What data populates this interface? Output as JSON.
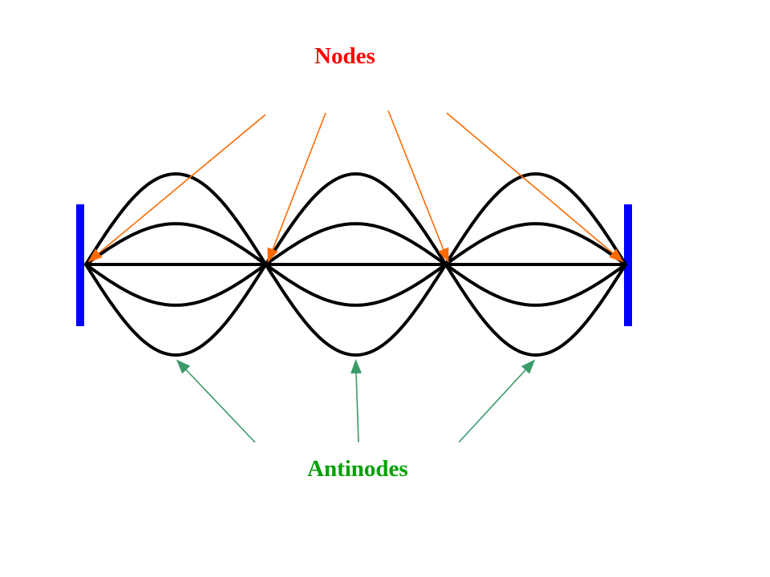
{
  "labels": {
    "nodes": "Nodes",
    "antinodes": "Antinodes"
  },
  "colors": {
    "string": "#000000",
    "wall": "#0000ff",
    "nodes": "#ff0000",
    "node_arrow": "#ff6a00",
    "antinodes": "#00a000",
    "antinode_arrow": "#3a9a6a"
  },
  "standing_wave": {
    "loops": 3,
    "nodes_count": 4,
    "antinodes_count": 3,
    "amplitude_levels": [
      1,
      0.45,
      0,
      -0.45,
      -1
    ]
  }
}
